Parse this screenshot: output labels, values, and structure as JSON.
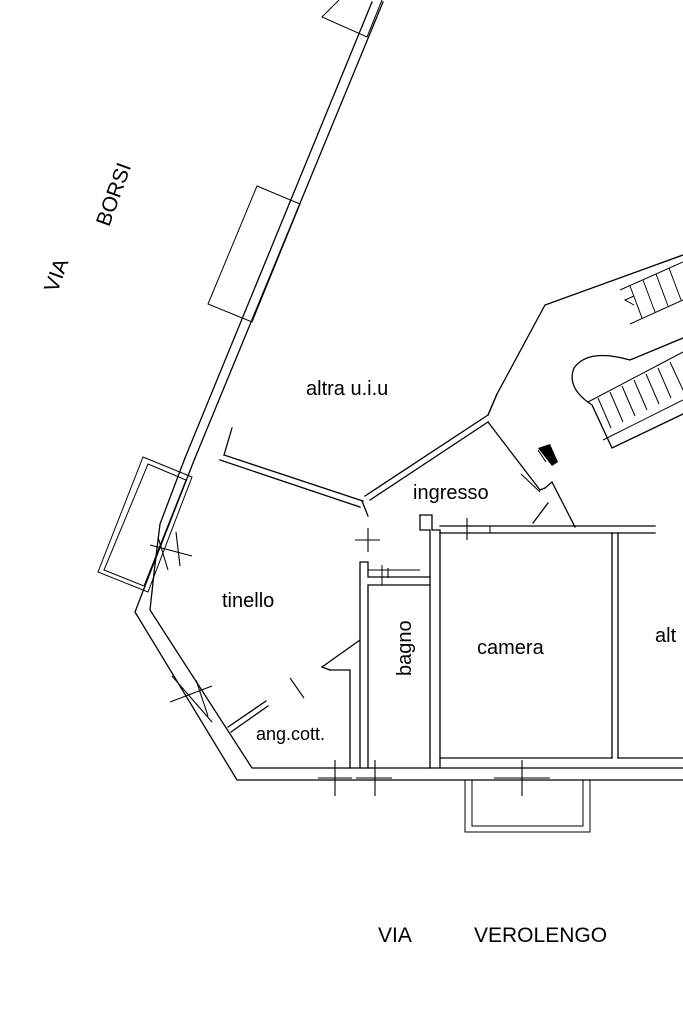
{
  "street_top": {
    "word1": "VIA",
    "word2": "BORSI"
  },
  "street_bottom": {
    "word1": "VIA",
    "word2": "VEROLENGO"
  },
  "rooms": {
    "other_unit_top": "altra u.i.u",
    "entrance": "ingresso",
    "living": "tinello",
    "bathroom": "bagno",
    "bedroom": "camera",
    "kitchenette": "ang.cott.",
    "other_unit_right": "alt"
  }
}
